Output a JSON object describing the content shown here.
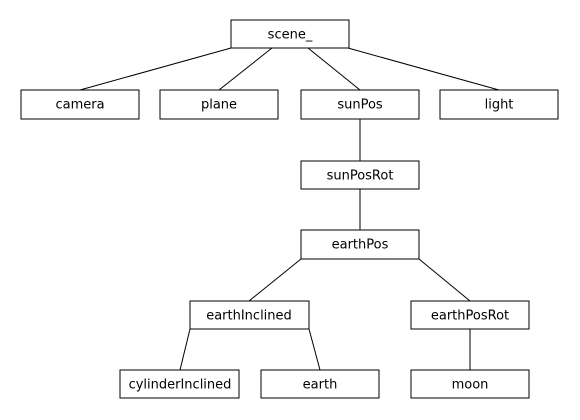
{
  "diagram": {
    "type": "tree",
    "nodes": [
      {
        "id": "scene",
        "label": "scene_"
      },
      {
        "id": "camera",
        "label": "camera"
      },
      {
        "id": "plane",
        "label": "plane"
      },
      {
        "id": "sunPos",
        "label": "sunPos"
      },
      {
        "id": "light",
        "label": "light"
      },
      {
        "id": "sunPosRot",
        "label": "sunPosRot"
      },
      {
        "id": "earthPos",
        "label": "earthPos"
      },
      {
        "id": "earthInclined",
        "label": "earthInclined"
      },
      {
        "id": "earthPosRot",
        "label": "earthPosRot"
      },
      {
        "id": "cylinderInclined",
        "label": "cylinderInclined"
      },
      {
        "id": "earth",
        "label": "earth"
      },
      {
        "id": "moon",
        "label": "moon"
      }
    ],
    "edges": [
      {
        "from": "scene",
        "to": "camera"
      },
      {
        "from": "scene",
        "to": "plane"
      },
      {
        "from": "scene",
        "to": "sunPos"
      },
      {
        "from": "scene",
        "to": "light"
      },
      {
        "from": "sunPos",
        "to": "sunPosRot"
      },
      {
        "from": "sunPosRot",
        "to": "earthPos"
      },
      {
        "from": "earthPos",
        "to": "earthInclined"
      },
      {
        "from": "earthPos",
        "to": "earthPosRot"
      },
      {
        "from": "earthInclined",
        "to": "cylinderInclined"
      },
      {
        "from": "earthInclined",
        "to": "earth"
      },
      {
        "from": "earthPosRot",
        "to": "moon"
      }
    ]
  }
}
